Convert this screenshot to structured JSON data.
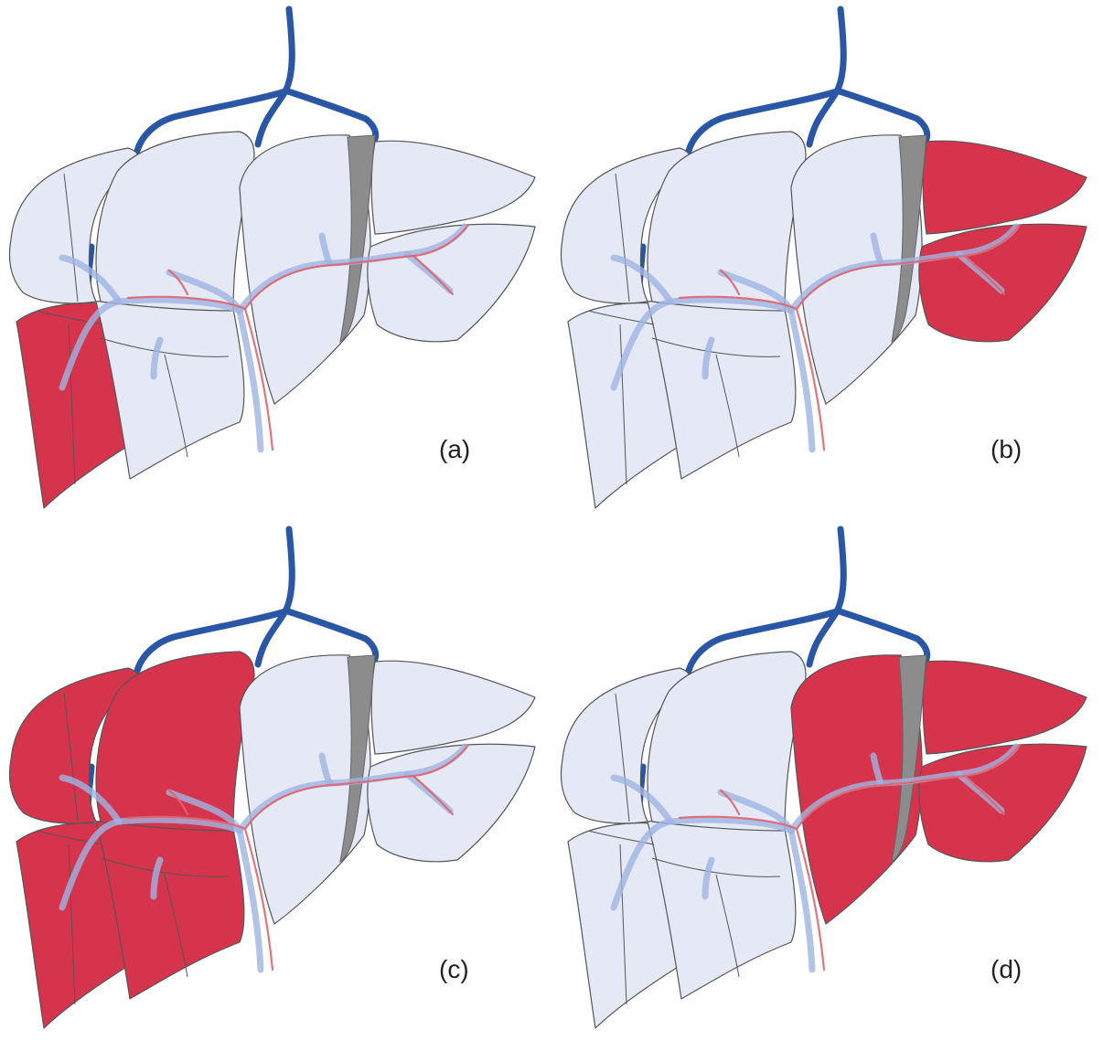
{
  "figure": {
    "colors": {
      "resected": "#d6344d",
      "remnant": "#e4e9f5",
      "outline": "#555555",
      "hepatic_vein": "#2a56a6",
      "ligament": "#8c8c8c",
      "portal_vein": "#9fb4e2",
      "artery": "#e0646e",
      "background": "#ffffff"
    },
    "panels": [
      {
        "label": "(a)",
        "resected_segments": [
          "seg6"
        ]
      },
      {
        "label": "(b)",
        "resected_segments": [
          "seg2",
          "seg3"
        ]
      },
      {
        "label": "(c)",
        "resected_segments": [
          "seg8",
          "seg7",
          "seg5",
          "seg6"
        ]
      },
      {
        "label": "(d)",
        "resected_segments": [
          "seg4",
          "seg2",
          "seg3"
        ]
      }
    ]
  }
}
